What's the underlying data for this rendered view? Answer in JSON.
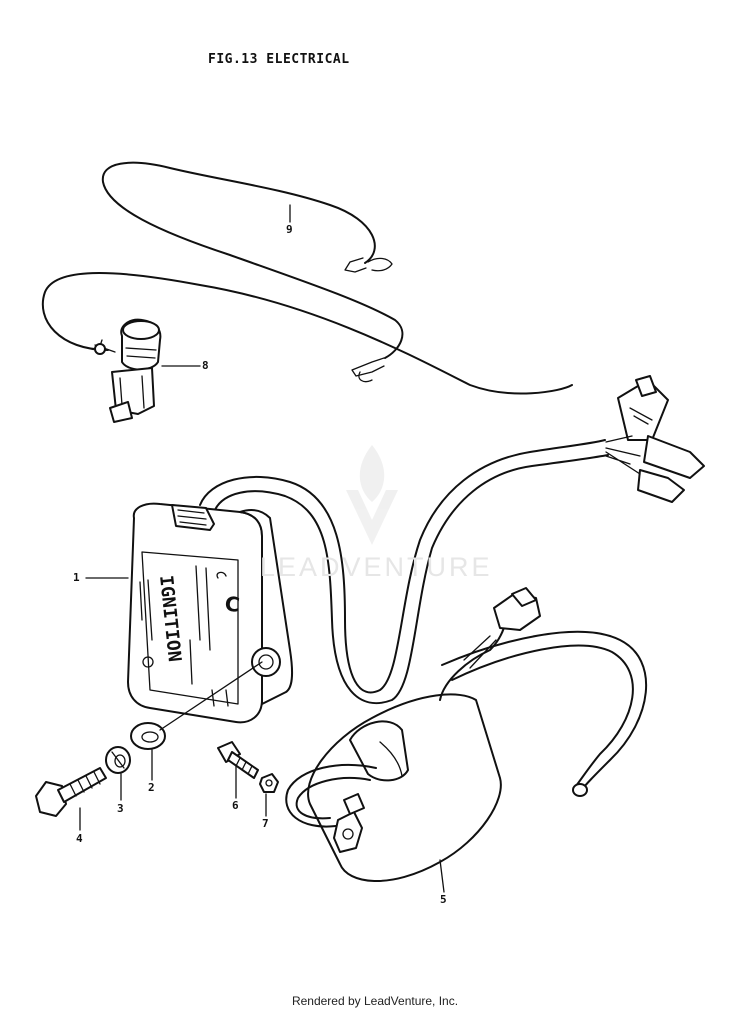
{
  "title": "FIG.13  ELECTRICAL",
  "watermark": "LEADVENTURE",
  "footer": "Rendered by LeadVenture, Inc.",
  "module_label": "IGNITION",
  "module_side_letter": "C",
  "callouts": [
    {
      "id": "1",
      "text": "1"
    },
    {
      "id": "2",
      "text": "2"
    },
    {
      "id": "3",
      "text": "3"
    },
    {
      "id": "4",
      "text": "4"
    },
    {
      "id": "5",
      "text": "5"
    },
    {
      "id": "6",
      "text": "6"
    },
    {
      "id": "7",
      "text": "7"
    },
    {
      "id": "8",
      "text": "8"
    },
    {
      "id": "9",
      "text": "9"
    }
  ]
}
